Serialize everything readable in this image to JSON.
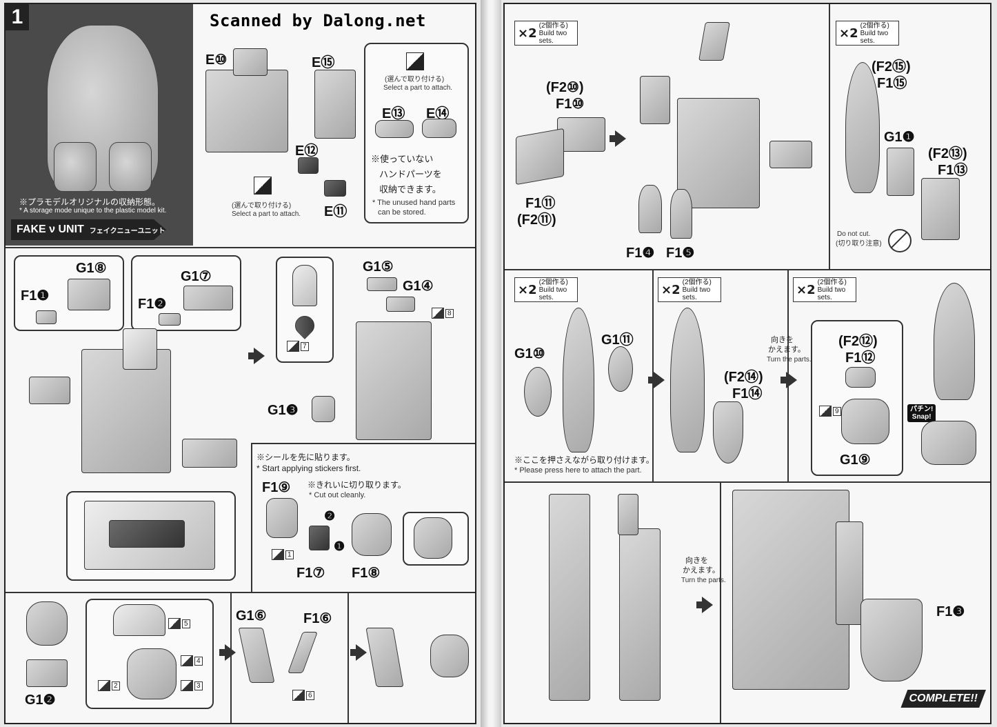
{
  "left": {
    "step": "1",
    "watermark": "Scanned by Dalong.net",
    "storage_note_jp": "※プラモデルオリジナルの収納形態。",
    "storage_note_en": "* A storage mode unique to the plastic model kit.",
    "unit_label": "FAKE ν UNIT",
    "unit_label_jp": "フェイクニューユニット",
    "labels": {
      "e10": "E⑩",
      "e15": "E⑮",
      "e13": "E⑬",
      "e14": "E⑭",
      "e12": "E⑫",
      "e11": "E⑪",
      "g18": "G1⑧",
      "g17": "G1⑦",
      "f11": "F1❶",
      "f12": "F1❷",
      "g15": "G1⑤",
      "g14": "G1④",
      "g13": "G1❸",
      "f19": "F1⑨",
      "f17": "F1⑦",
      "f18": "F1⑧",
      "g12": "G1❷",
      "g16": "G1⑥",
      "f16": "F1⑥"
    },
    "select_part_jp": "(選んで取り付ける)",
    "select_part_en": "Select a part to attach.",
    "unused_jp1": "※使っていない",
    "unused_jp2": "ハンドパーツを",
    "unused_jp3": "収納できます。",
    "unused_en1": "* The unused hand parts",
    "unused_en2": "can be stored.",
    "sticker_first_jp": "※シールを先に貼ります。",
    "sticker_first_en": "* Start applying stickers first.",
    "cut_clean_jp": "※きれいに切り取ります。",
    "cut_clean_en": "* Cut out cleanly.",
    "order_1": "❶",
    "order_2": "❷",
    "stickers": {
      "s1": "1",
      "s2": "2",
      "s3": "3",
      "s4": "4",
      "s5": "5",
      "s6": "6",
      "s7": "7",
      "s8": "8"
    }
  },
  "right": {
    "x2_label": "×2",
    "x2_jp": "(2個作る)",
    "x2_en": "Build two sets.",
    "labels": {
      "f2_10": "(F2⑩)",
      "f1_10": "F1⑩",
      "f1_11": "F1⑪",
      "f2_11": "(F2⑪)",
      "f14": "F1❹",
      "f15": "F1❺",
      "f2_15": "(F2⑮)",
      "f1_15": "F1⑮",
      "g11": "G1❶",
      "f2_13": "(F2⑬)",
      "f1_13": "F1⑬",
      "g110": "G1⑩",
      "g111": "G1⑪",
      "f2_14": "(F2⑭)",
      "f1_14": "F1⑭",
      "f2_12": "(F2⑫)",
      "f1_12": "F1⑫",
      "g19": "G1⑨",
      "f13": "F1❸"
    },
    "do_not_cut_en": "Do not cut.",
    "do_not_cut_jp": "(切り取り注意)",
    "turn_jp1": "向きを",
    "turn_jp2": "かえます。",
    "turn_en": "Turn the parts.",
    "press_jp": "※ここを押さえながら取り付けます。",
    "press_en": "* Please press here to attach the part.",
    "snap_jp": "パチン!",
    "snap_en": "Snap!",
    "sticker_9": "9",
    "complete": "COMPLETE!!"
  }
}
